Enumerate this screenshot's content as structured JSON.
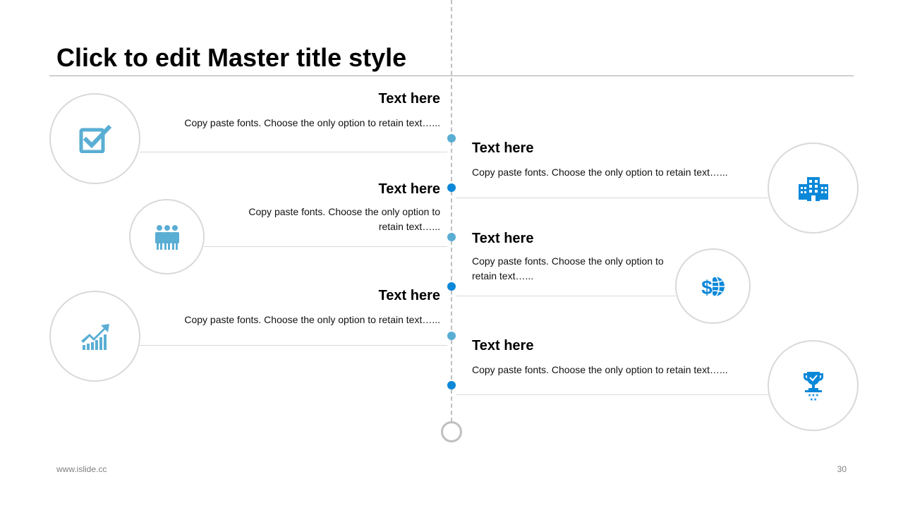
{
  "slide": {
    "title": "Click to edit Master title style",
    "footer_url": "www.islide.cc",
    "page_number": "30"
  },
  "colors": {
    "icon_light": "#5aaed3",
    "icon_dark": "#0b88d8",
    "circle_border": "#d9d9d9",
    "timeline": "#bfbfbf"
  },
  "items": [
    {
      "heading": "Text here",
      "text": "Copy paste fonts. Choose the only option to retain text…...",
      "icon": "checkbox-icon"
    },
    {
      "heading": "Text here",
      "text": "Copy paste fonts. Choose the only option to retain text…...",
      "icon": "building-icon"
    },
    {
      "heading": "Text here",
      "text": "Copy paste fonts. Choose the only option to retain text…...",
      "icon": "team-icon"
    },
    {
      "heading": "Text here",
      "text": "Copy paste fonts. Choose the only option to retain text…...",
      "icon": "dollar-globe-icon"
    },
    {
      "heading": "Text here",
      "text": "Copy paste fonts. Choose the only option to retain text…...",
      "icon": "growth-chart-icon"
    },
    {
      "heading": "Text here",
      "text": "Copy paste fonts. Choose the only option to retain text…...",
      "icon": "trophy-icon"
    }
  ]
}
